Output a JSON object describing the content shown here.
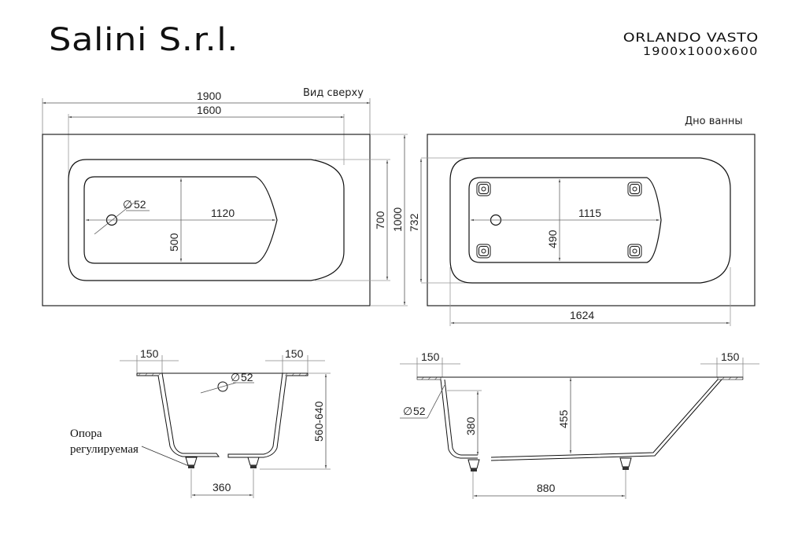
{
  "header": {
    "brand": "Salini S.r.l.",
    "model_name": "ORLANDO VASTO",
    "model_size": "1900x1000x600"
  },
  "views": {
    "top_view": {
      "label": "Вид сверху",
      "dims": {
        "overall_length": "1900",
        "inner_length": "1600",
        "bottom_length": "1120",
        "bottom_width": "500",
        "inner_width": "700",
        "overall_width": "1000",
        "drain_diameter": "52",
        "diameter_symbol": "∅"
      }
    },
    "bottom_view": {
      "label": "Дно ванны",
      "dims": {
        "width": "732",
        "bottom_length": "1115",
        "bottom_width": "490",
        "leg_span": "1624"
      }
    },
    "cross_section": {
      "dims": {
        "rim_left": "150",
        "rim_right": "150",
        "drain_diameter": "52",
        "diameter_symbol": "∅",
        "height": "560-640",
        "leg_spacing": "360"
      },
      "leg_label_line1": "Опора",
      "leg_label_line2": "регулируемая"
    },
    "long_section": {
      "dims": {
        "rim_left": "150",
        "rim_right": "150",
        "drain_diameter": "52",
        "diameter_symbol": "∅",
        "overflow_height": "380",
        "depth": "455",
        "leg_spacing": "880"
      }
    }
  }
}
